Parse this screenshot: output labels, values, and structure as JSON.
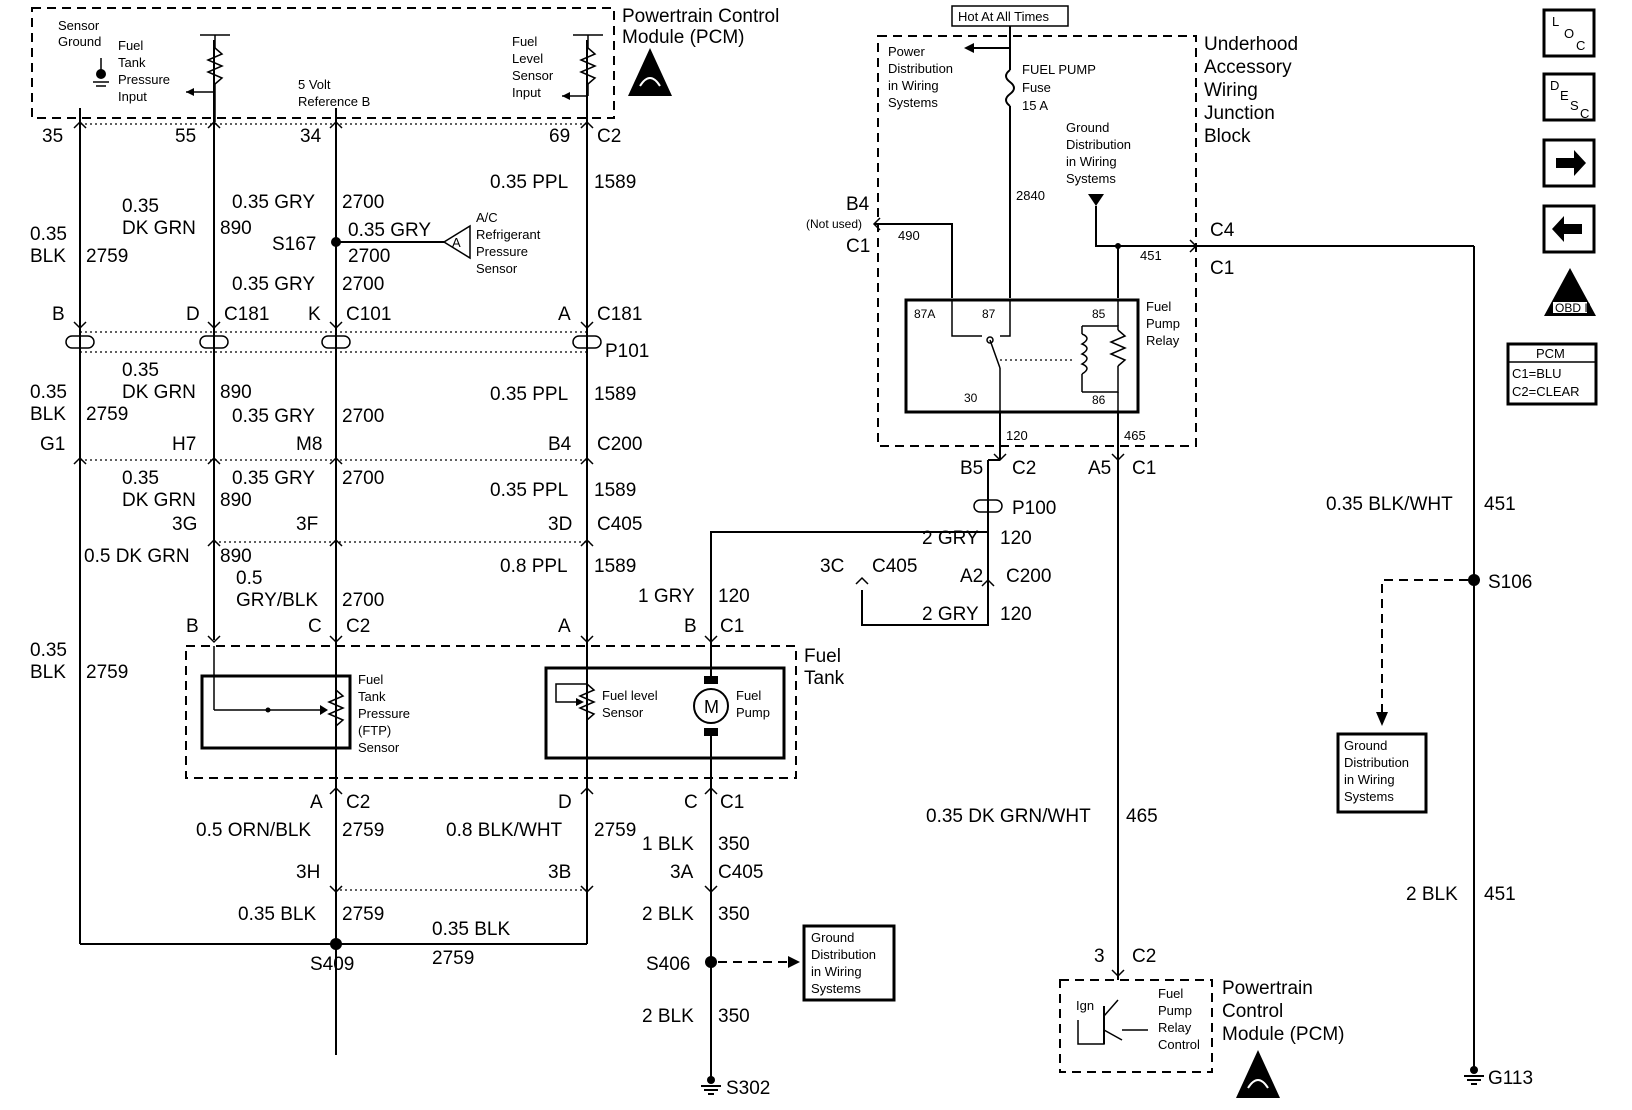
{
  "pcm_top": {
    "title": [
      "Powertrain Control",
      "Module (PCM)"
    ],
    "sensor_ground": [
      "Sensor",
      "Ground"
    ],
    "ftp_input": [
      "Fuel",
      "Tank",
      "Pressure",
      "Input"
    ],
    "ref_b": [
      "5 Volt",
      "Reference B"
    ],
    "fuel_level_input": [
      "Fuel",
      "Level",
      "Sensor",
      "Input"
    ],
    "pins": [
      "35",
      "55",
      "34",
      "69"
    ],
    "connector": "C2"
  },
  "uajb": {
    "title": [
      "Underhood",
      "Accessory",
      "Wiring",
      "Junction",
      "Block"
    ],
    "hot_label": "Hot At All Times",
    "power_dist": [
      "Power",
      "Distribution",
      "in Wiring",
      "Systems"
    ],
    "fuse": [
      "FUEL PUMP",
      "Fuse",
      "15 A"
    ],
    "ground_dist": [
      "Ground",
      "Distribution",
      "in Wiring",
      "Systems"
    ],
    "circuit_2840": "2840",
    "b4": "B4",
    "not_used": "(Not used)",
    "c1_left": "C1",
    "circuit_490": "490",
    "c4": "C4",
    "c1_right": "C1",
    "circuit_451": "451",
    "relay": [
      "Fuel",
      "Pump",
      "Relay"
    ],
    "relay_pins": [
      "87A",
      "87",
      "85",
      "30",
      "86"
    ],
    "circuit_120": "120",
    "circuit_465": "465"
  },
  "nav": {
    "loc": [
      "L",
      "O",
      "C"
    ],
    "desc": [
      "D",
      "E",
      "S",
      "C"
    ],
    "obd": "OBD II",
    "pcm_legend": [
      "PCM",
      "C1=BLU",
      "C2=CLEAR"
    ]
  },
  "wires_left": {
    "blk_size": "0.35",
    "blk_color": "BLK",
    "c2759": "2759",
    "dkgrn_size": "0.35",
    "dkgrn_color": "DK GRN",
    "c890": "890",
    "gry": "0.35 GRY",
    "c2700": "2700",
    "ppl": "0.35 PPL",
    "c1589": "1589",
    "s167": "S167",
    "ac_sensor": [
      "A/C",
      "Refrigerant",
      "Pressure",
      "Sensor"
    ],
    "ac_pin": "A",
    "row_c181": [
      "B",
      "D",
      "C181",
      "K",
      "C101",
      "A",
      "C181"
    ],
    "p101": "P101",
    "row_c200": [
      "G1",
      "H7",
      "M8",
      "B4",
      "C200"
    ],
    "row_c405": [
      "3G",
      "3F",
      "3D",
      "C405"
    ],
    "dkgrn05": "0.5 DK GRN",
    "ppl08": "0.8 PPL",
    "gryblk_size": "0.5",
    "gryblk_color": "GRY/BLK",
    "row_tank_c2": [
      "B",
      "C",
      "C2",
      "A"
    ],
    "gry1": "1 GRY",
    "c120": "120",
    "b_c1": [
      "B",
      "C1"
    ]
  },
  "fuel_tank": {
    "title": [
      "Fuel",
      "Tank"
    ],
    "ftp": [
      "Fuel",
      "Tank",
      "Pressure",
      "(FTP)",
      "Sensor"
    ],
    "level": [
      "Fuel level",
      "Sensor"
    ],
    "pump": [
      "Fuel",
      "Pump"
    ],
    "motor": "M"
  },
  "lower": {
    "a_c2": [
      "A",
      "C2"
    ],
    "ornblk": "0.5 ORN/BLK",
    "c2759": "2759",
    "d_c": [
      "D",
      "C",
      "C1"
    ],
    "blkwht08": "0.8 BLK/WHT",
    "blk1": "1 BLK",
    "c350": "350",
    "row_c405": [
      "3H",
      "3B",
      "3A",
      "C405"
    ],
    "blk035": "0.35 BLK",
    "blk2": "2 BLK",
    "s409": "S409",
    "s406": "S406",
    "s302": "S302",
    "ground_dist": [
      "Ground",
      "Distribution",
      "in Wiring",
      "Systems"
    ]
  },
  "middle": {
    "c405_3c": [
      "3C",
      "C405"
    ],
    "b5_c2": [
      "B5",
      "C2"
    ],
    "a5_c1": [
      "A5",
      "C1"
    ],
    "p100": "P100",
    "gry2": "2 GRY",
    "c120": "120",
    "a2_c200": [
      "A2",
      "C200"
    ],
    "dkgrnwht": "0.35 DK GRN/WHT",
    "c465": "465"
  },
  "pcm_bottom": {
    "pin": [
      "3",
      "C2"
    ],
    "ign": "Ign",
    "relay_control": [
      "Fuel",
      "Pump",
      "Relay",
      "Control"
    ],
    "title": [
      "Powertrain",
      "Control",
      "Module (PCM)"
    ]
  },
  "right": {
    "blkwht": "0.35 BLK/WHT",
    "c451": "451",
    "s106": "S106",
    "ground_dist": [
      "Ground",
      "Distribution",
      "in Wiring",
      "Systems"
    ],
    "blk2": "2 BLK",
    "g113": "G113"
  }
}
